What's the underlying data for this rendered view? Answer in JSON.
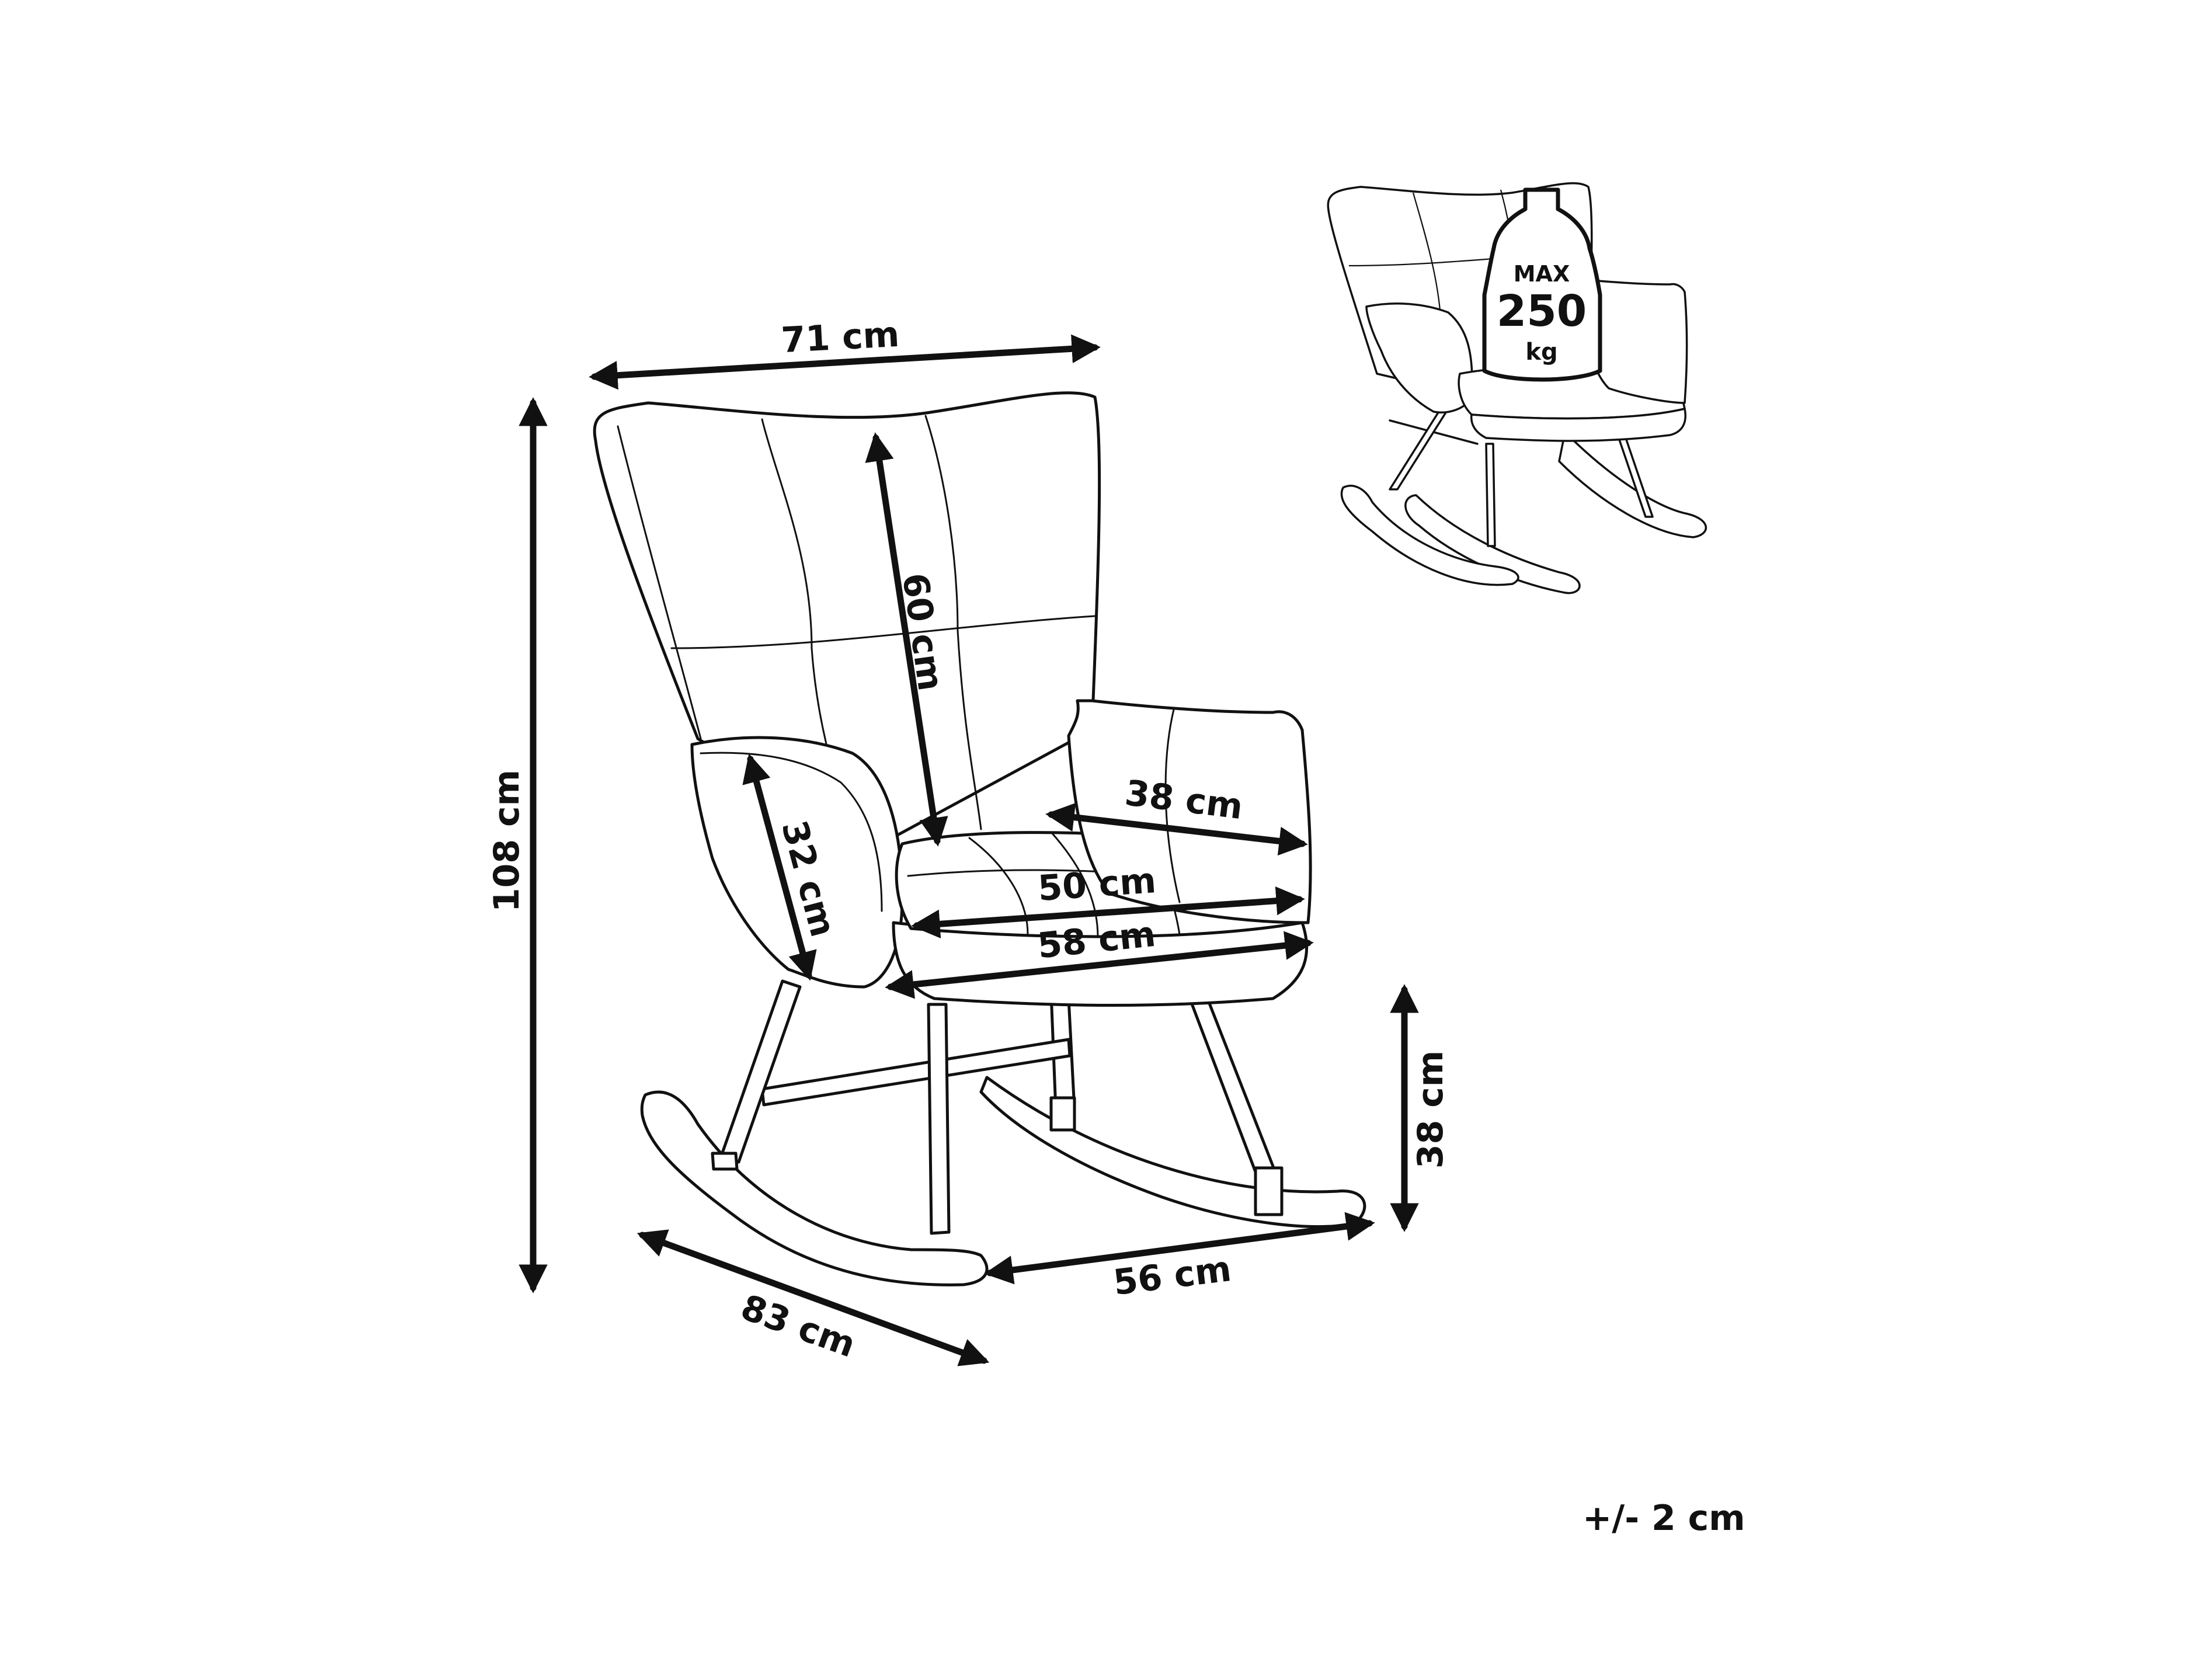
{
  "dimensions": {
    "width_top": "71 cm",
    "height_total": "108 cm",
    "backrest_height": "60 cm",
    "armrest_height": "32 cm",
    "armrest_length": "38 cm",
    "seat_depth": "50 cm",
    "seat_width": "58 cm",
    "rocker_height": "38 cm",
    "depth_base": "83 cm",
    "width_base": "56 cm"
  },
  "load_badge": {
    "max_label": "MAX",
    "value": "250",
    "unit": "kg"
  },
  "tolerance": "+/- 2 cm"
}
